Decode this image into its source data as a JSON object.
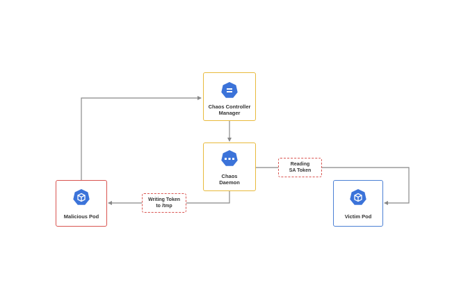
{
  "colors": {
    "controller_border": "#e8b93a",
    "daemon_border": "#e8b93a",
    "malicious_border": "#d9534f",
    "victim_border": "#4a7fd4",
    "icon_fill": "#3b73d9",
    "connector": "#888888",
    "tag_border": "#d9534f"
  },
  "nodes": {
    "controller": {
      "icon": "kubernetes-pod-icon",
      "line1": "Chaos Controller",
      "line2": "Manager"
    },
    "daemon": {
      "icon": "kubernetes-pod-icon",
      "line1": "Chaos",
      "line2": "Daemon"
    },
    "malicious": {
      "icon": "kubernetes-pod-icon",
      "line1": "Malicious Pod"
    },
    "victim": {
      "icon": "kubernetes-pod-icon",
      "line1": "Victim Pod"
    }
  },
  "edge_labels": {
    "writing": {
      "line1": "Writing Token",
      "line2": "to /tmp"
    },
    "reading": {
      "line1": "Reading",
      "line2": "SA Token"
    }
  }
}
